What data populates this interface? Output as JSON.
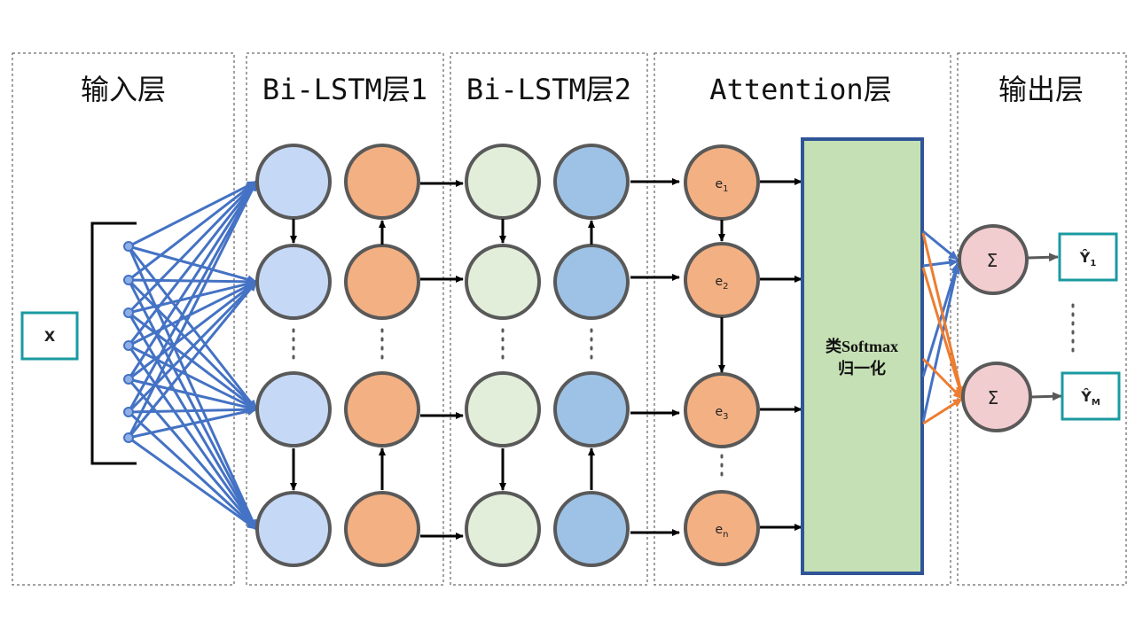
{
  "layers": [
    {
      "title": "输入层"
    },
    {
      "title": "Bi-LSTM层1"
    },
    {
      "title": "Bi-LSTM层2"
    },
    {
      "title": "Attention层"
    },
    {
      "title": "输出层"
    }
  ],
  "input": {
    "label": "X"
  },
  "attention_nodes": [
    {
      "base": "e",
      "sub": "1"
    },
    {
      "base": "e",
      "sub": "2"
    },
    {
      "base": "e",
      "sub": "3"
    },
    {
      "base": "e",
      "sub": "n"
    }
  ],
  "softmax_box": {
    "line1": "类Softmax",
    "line2": "归一化"
  },
  "sum_symbol": "Σ",
  "outputs": [
    {
      "base": "Ŷ",
      "sub": "1"
    },
    {
      "base": "Ŷ",
      "sub": "M"
    }
  ],
  "colors": {
    "fan_lines": "#4472c4",
    "fan_orange": "#ed7d31",
    "teal_box": "#1a9aa0",
    "attention_box_fill": "#c5e0b4",
    "attention_box_border": "#2f5597"
  }
}
